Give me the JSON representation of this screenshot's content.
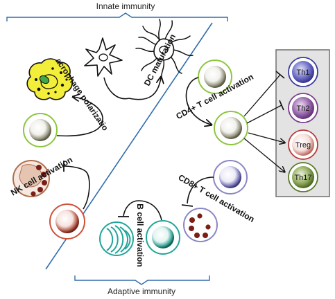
{
  "diagram": {
    "top_header": "Innate immunity",
    "bottom_header": "Adaptive immunity",
    "labels": {
      "dc_maturation": "DC maturation",
      "macrophage_polarization": "Macrophage polarization",
      "nk_cell_activation": "NK cell activation",
      "b_cell_activation": "B cell activation",
      "cd8_t_cell_activation": "CD8+ T cell activation",
      "cd4_t_cell_activation": "CD4+ T cell activation"
    },
    "t_helper_subsets": [
      {
        "name": "Th1",
        "color": "#3a3a9c",
        "relation": "inhibited"
      },
      {
        "name": "Th2",
        "color": "#7a3d8c",
        "relation": "inhibited"
      },
      {
        "name": "Treg",
        "color": "#b73a3a",
        "relation": "promoted"
      },
      {
        "name": "Th17",
        "color": "#5a7a2a",
        "relation": "promoted"
      }
    ],
    "colors": {
      "divider": "#2f6cab",
      "bracket": "#2f6cab",
      "green_ring": "#8cc63f",
      "red_ring": "#d0503a",
      "teal_ring": "#1fa59a",
      "purple_ring": "#8a86c4",
      "macrophage_fill": "#f3ee3a"
    }
  }
}
